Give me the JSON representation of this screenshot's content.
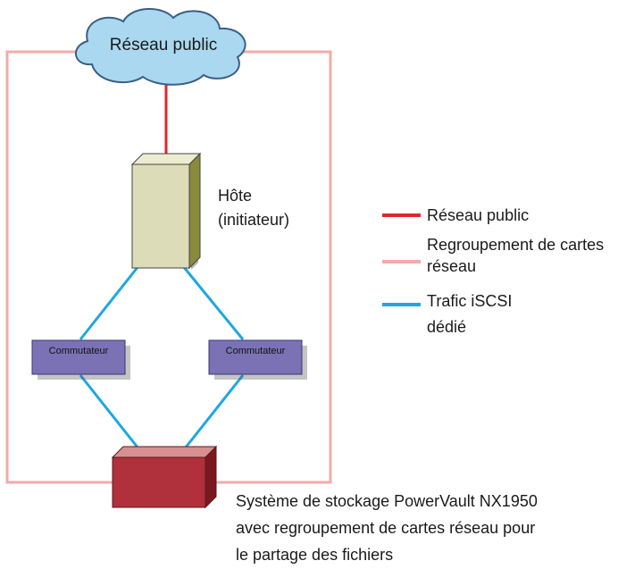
{
  "cloud": {
    "label": "Réseau public"
  },
  "host": {
    "label_line1": "Hôte",
    "label_line2": "(initiateur)"
  },
  "switch_left": {
    "label": "Commutateur"
  },
  "switch_right": {
    "label": "Commutateur"
  },
  "storage": {
    "label_line1": "Système de stockage PowerVault NX1950",
    "label_line2": "avec regroupement de cartes réseau pour",
    "label_line3": "le partage des fichiers"
  },
  "legend": {
    "items": [
      {
        "line1": "Réseau public",
        "line2": "",
        "color": "#e3242b"
      },
      {
        "line1": "Regroupement de cartes",
        "line2": "réseau",
        "color": "#f4aaaa"
      },
      {
        "line1": "Trafic iSCSI",
        "line2": "dédié",
        "color": "#1ea7e1"
      }
    ]
  },
  "colors": {
    "public_network": "#e3242b",
    "nic_teaming": "#f4aaaa",
    "iscsi": "#1ea7e1",
    "cloud_fill": "#a9d8f0",
    "host_fill": "#dcdcb8",
    "switch_fill": "#7b72b6",
    "storage_fill": "#b0303c"
  }
}
